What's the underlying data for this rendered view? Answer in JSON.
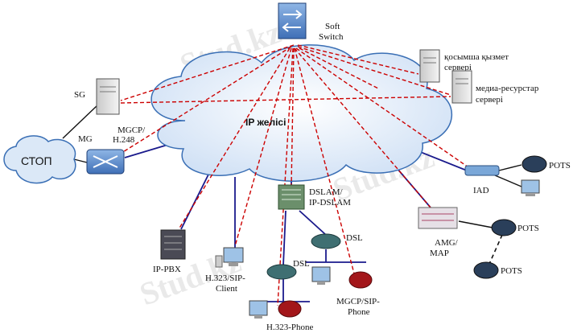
{
  "watermark": {
    "text_left": "Stud.kz",
    "text_right": "Stud.kz"
  },
  "network": {
    "cloud_label": "IP желісі"
  },
  "pstn": {
    "label": "СТОП"
  },
  "nodes": {
    "softswitch": {
      "line1": "Soft",
      "line2": "Switch"
    },
    "sg": {
      "label": "SG"
    },
    "mg": {
      "label": "MG"
    },
    "mgcp": {
      "line1": "MGCP/",
      "line2": "H.248"
    },
    "app_server": {
      "line1": "қосымша қызмет",
      "line2": "сервері"
    },
    "media_server": {
      "line1": "медиа-ресурстар",
      "line2": "сервері"
    },
    "dslam": {
      "line1": "DSLAM/",
      "line2": "IP-DSLAM"
    },
    "ippbx": {
      "label": "IP-PBX"
    },
    "h323_client": {
      "line1": "H.323/SIP-",
      "line2": "Client"
    },
    "dsl_left": {
      "label": "DSL"
    },
    "dsl_right": {
      "label": "DSL"
    },
    "h323_phone": {
      "label": "H.323-Phone"
    },
    "mgcp_phone": {
      "line1": "MGCP/SIP-",
      "line2": "Phone"
    },
    "iad": {
      "label": "IAD"
    },
    "pots_iad": {
      "label": "POTS"
    },
    "amg": {
      "line1": "AMG/",
      "line2": "MAP"
    },
    "pots_amg_1": {
      "label": "POTS"
    },
    "pots_amg_2": {
      "label": "POTS"
    }
  },
  "colors": {
    "signaling": "#cc0000",
    "media": "#1a1a8c",
    "pstn_link": "#111111",
    "cloud_fill": "#dbe8f7",
    "cloud_stroke": "#3a6fb5"
  }
}
